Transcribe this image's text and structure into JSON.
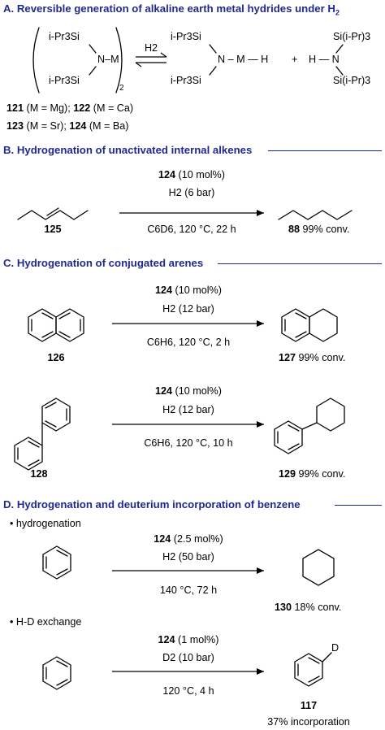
{
  "section_a": {
    "title": "A. Reversible generation of alkaline earth metal hydrides under H",
    "title_sub": "2",
    "reagent_left_top": "i-Pr3Si",
    "reagent_left_bottom": "i-Pr3Si",
    "n_m": "N–M",
    "subscript_two": "2",
    "arrow_label": "H2",
    "product1_top": "i-Pr3Si",
    "product1_bottom": "i-Pr3Si",
    "product1_core": "N – M — H",
    "plus": "+",
    "product2_top": "Si(i-Pr)3",
    "product2_bottom": "Si(i-Pr)3",
    "product2_core": "H — N",
    "compound_lines": [
      {
        "n1": "121",
        "t1": " (M = Mg); ",
        "n2": "122",
        "t2": " (M = Ca)"
      },
      {
        "n1": "123",
        "t1": " (M = Sr); ",
        "n2": "124",
        "t2": " (M = Ba)"
      }
    ]
  },
  "section_b": {
    "title": "B. Hydrogenation of unactivated internal alkenes",
    "cat_num": "124",
    "cat_load": " (10 mol%)",
    "h2": "H2 (6 bar)",
    "conditions": "C6D6, 120 °C, 22 h",
    "sm_label": "125",
    "product_num": "88",
    "product_note": " 99% conv."
  },
  "section_c": {
    "title": "C. Hydrogenation of conjugated arenes",
    "rxn1": {
      "cat_num": "124",
      "cat_load": " (10 mol%)",
      "h2": "H2 (12 bar)",
      "conditions": "C6H6, 120 °C, 2 h",
      "sm_label": "126",
      "product_num": "127",
      "product_note": " 99% conv."
    },
    "rxn2": {
      "cat_num": "124",
      "cat_load": " (10 mol%)",
      "h2": "H2 (12 bar)",
      "conditions": "C6H6, 120 °C, 10 h",
      "sm_label": "128",
      "product_num": "129",
      "product_note": " 99% conv."
    }
  },
  "section_d": {
    "title": "D. Hydrogenation and deuterium incorporation of benzene",
    "bullet1": "• hydrogenation",
    "rxn1": {
      "cat_num": "124",
      "cat_load": " (2.5 mol%)",
      "h2": "H2 (50 bar)",
      "conditions": "140 °C, 72 h",
      "product_num": "130",
      "product_note": " 18% conv."
    },
    "bullet2": "• H-D exchange",
    "rxn2": {
      "cat_num": "124",
      "cat_load": " (1 mol%)",
      "d2": "D2 (10 bar)",
      "conditions": "120 °C, 4 h",
      "d_label": "D",
      "product_num": "117",
      "product_note": "37% incorporation"
    }
  },
  "colors": {
    "heading": "#1f2a8f",
    "text": "#000000"
  }
}
